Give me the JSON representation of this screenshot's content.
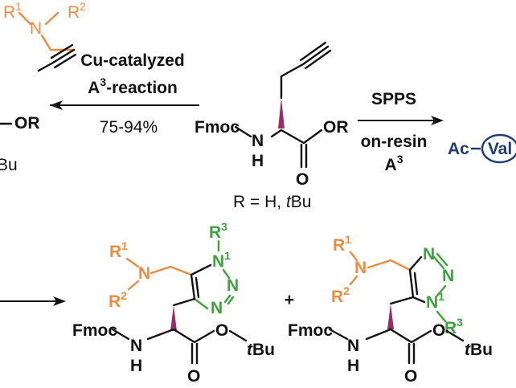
{
  "colors": {
    "text": "#111111",
    "orange": "#f08a3c",
    "green": "#3aa43a",
    "purple": "#9a2a6a",
    "navy": "#1f3a7a"
  },
  "reaction_left": {
    "line1": "Cu-catalyzed",
    "line2_main": "A",
    "line2_sup": "3",
    "line2_rest": "-reaction",
    "yield": "75-94%"
  },
  "reaction_right": {
    "line1": "SPPS",
    "line2": "on-resin",
    "line3_main": "A",
    "line3_sup": "3"
  },
  "start_material": {
    "fmoc": "Fmoc",
    "n": "N",
    "h": "H",
    "o": "O",
    "or": "OR",
    "r_def_prefix": "R = H, ",
    "r_def_italic": "t",
    "r_def_suffix": "Bu"
  },
  "left_product": {
    "r1": "R",
    "r1_sup": "1",
    "n": "N",
    "r2": "R",
    "r2_sup": "2",
    "or": "OR",
    "bu": "Bu"
  },
  "right_product": {
    "ac": "Ac",
    "val": "Val"
  },
  "product_a": {
    "r1": "R",
    "r1_sup": "1",
    "n_amine": "N",
    "r2": "R",
    "r2_sup": "2",
    "r3": "R",
    "r3_sup": "3",
    "n1": "N",
    "n1_sup": "1",
    "n2": "N",
    "n3": "N",
    "fmoc": "Fmoc",
    "nh_n": "N",
    "nh_h": "H",
    "o_carbonyl": "O",
    "o_ester": "O",
    "t": "t",
    "bu": "Bu"
  },
  "plus": "+",
  "product_b": {
    "r1": "R",
    "r1_sup": "1",
    "n_amine": "N",
    "r2": "R",
    "r2_sup": "2",
    "r3": "R",
    "r3_sup": "3",
    "n_top": "N",
    "n_mid": "N",
    "n1": "N",
    "n1_sup": "1",
    "fmoc": "Fmoc",
    "nh_n": "N",
    "nh_h": "H",
    "o_carbonyl": "O",
    "o_ester": "O",
    "t": "t",
    "bu": "Bu"
  }
}
